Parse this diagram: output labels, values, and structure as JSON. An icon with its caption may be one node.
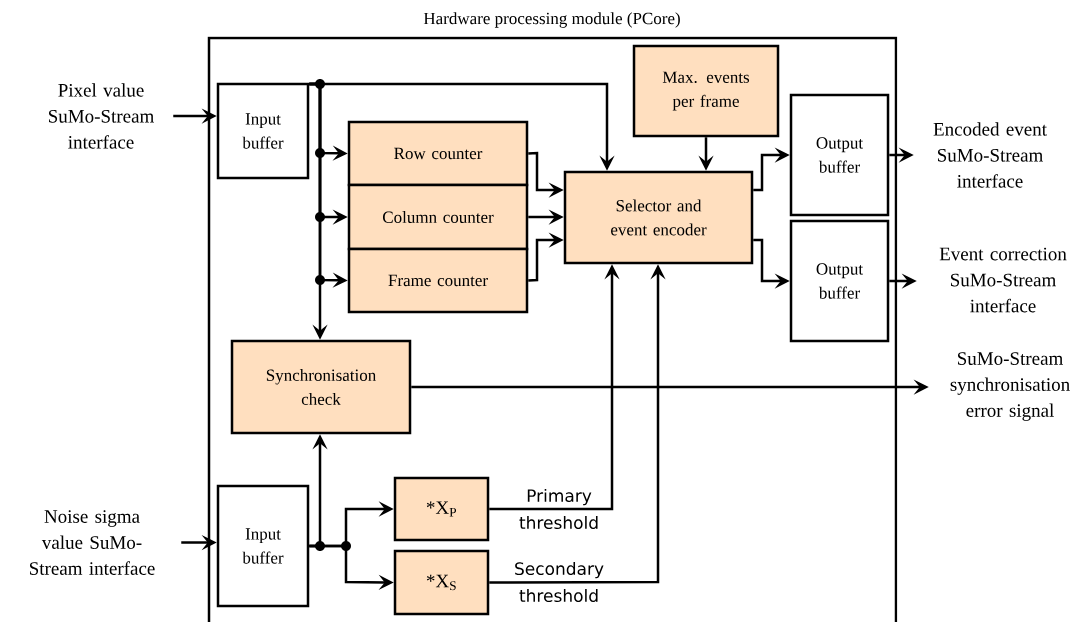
{
  "diagram": {
    "nodes": [
      {
        "text": [
          "Hardware processing module (PCore)"
        ]
      },
      {
        "text": [
          "Input buffer"
        ],
        "in": 0
      },
      {
        "text": [
          "Row counter"
        ],
        "in": 0
      },
      {
        "text": [
          "Column counter"
        ],
        "in": 0
      },
      {
        "text": [
          "Frame counter"
        ],
        "in": 0
      },
      {
        "text": [
          "Max. events per frame"
        ],
        "in": 0
      },
      {
        "text": [
          "Selector and event encoder"
        ],
        "in": 0
      },
      {
        "text": [
          "Output buffer"
        ],
        "in": 0
      },
      {
        "text": [
          "Output buffer"
        ],
        "in": 0
      },
      {
        "text": [
          "Synchronisation check"
        ],
        "in": 0
      },
      {
        "text": [
          "Input buffer"
        ],
        "in": 0
      },
      {
        "text": [
          "*X$_{P}$"
        ],
        "in": 0
      },
      {
        "text": [
          "*X$_{S}$"
        ],
        "in": 0
      },
      {
        "text": [
          "Pixel value SuMo-Stream interface"
        ]
      },
      {
        "text": [
          "Noise sigma value SuMo-Stream interface"
        ]
      },
      {
        "text": [
          "Encoded event SuMo-Stream interface"
        ]
      },
      {
        "text": [
          "Event correction SuMo-Stream interface"
        ]
      },
      {
        "text": [
          "SuMo-Stream synchronisation error signal"
        ]
      }
    ],
    "edges": [
      {
        "from": 13,
        "to": 1,
        "arrow": "to"
      },
      {
        "from": 1,
        "to": 6,
        "arrow": "to"
      },
      {
        "from": 1,
        "to": 2,
        "arrow": "to"
      },
      {
        "from": 1,
        "to": 3,
        "arrow": "to"
      },
      {
        "from": 1,
        "to": 4,
        "arrow": "to"
      },
      {
        "from": 1,
        "to": 9,
        "arrow": "to"
      },
      {
        "from": 2,
        "to": 6,
        "arrow": "to"
      },
      {
        "from": 3,
        "to": 6,
        "arrow": "to"
      },
      {
        "from": 4,
        "to": 6,
        "arrow": "to"
      },
      {
        "from": 5,
        "to": 6,
        "arrow": "to"
      },
      {
        "from": 6,
        "to": 7,
        "arrow": "to"
      },
      {
        "from": 6,
        "to": 8,
        "arrow": "to"
      },
      {
        "from": 7,
        "to": 15,
        "arrow": "to"
      },
      {
        "from": 8,
        "to": 16,
        "arrow": "to"
      },
      {
        "from": 9,
        "to": 17,
        "arrow": "to"
      },
      {
        "from": 14,
        "to": 10,
        "arrow": "to"
      },
      {
        "from": 10,
        "to": 9,
        "arrow": "to"
      },
      {
        "from": 10,
        "to": 11,
        "arrow": "to"
      },
      {
        "from": 10,
        "to": 12,
        "arrow": "to"
      },
      {
        "from": 11,
        "to": 6,
        "arrow": "to",
        "label": "Primary threshold"
      },
      {
        "from": 12,
        "to": 6,
        "arrow": "to",
        "label": "Secondary threshold"
      }
    ]
  }
}
